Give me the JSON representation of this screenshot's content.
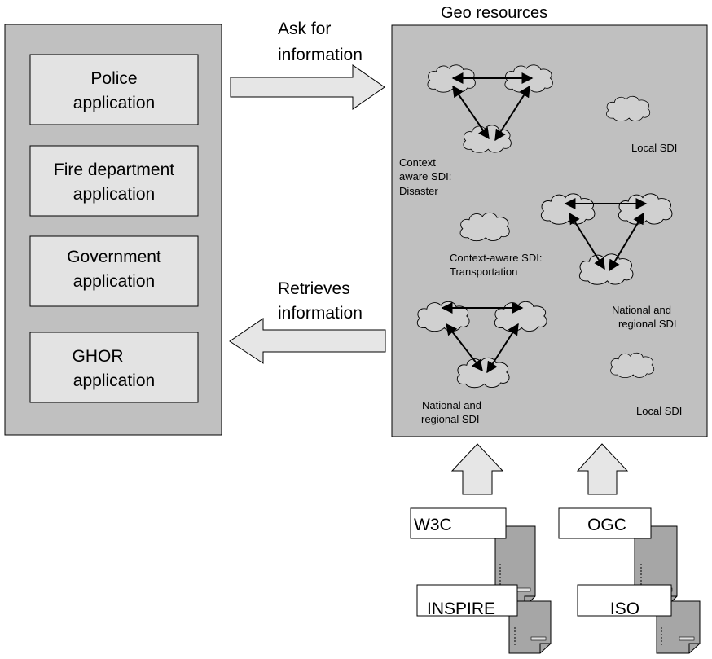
{
  "left_panel": {
    "apps": [
      {
        "line1": "Police",
        "line2": "application"
      },
      {
        "line1": "Fire department",
        "line2": "application"
      },
      {
        "line1": "Government",
        "line2": "application"
      },
      {
        "line1": "GHOR",
        "line2": "application"
      }
    ]
  },
  "arrows": {
    "ask": {
      "line1": "Ask for",
      "line2": "information"
    },
    "retrieve": {
      "line1": "Retrieves",
      "line2": "information"
    }
  },
  "geo": {
    "title": "Geo resources",
    "labels": {
      "context_disaster": [
        "Context",
        "aware SDI:",
        "Disaster"
      ],
      "local_sdi_top": "Local SDI",
      "context_transport": [
        "Context-aware SDI:",
        "Transportation"
      ],
      "national_right": [
        "National and",
        "regional SDI"
      ],
      "national_bottom": [
        "National and",
        "regional SDI"
      ],
      "local_sdi_bottom": "Local SDI"
    }
  },
  "standards": [
    "W3C",
    "OGC",
    "INSPIRE",
    "ISO"
  ],
  "colors": {
    "panel_fill": "#c0c0c0",
    "app_fill": "#e3e3e3",
    "arrow_fill": "#e6e6e6",
    "doc_fill": "#a6a6a6",
    "cloud_fill": "#d0d0d0"
  }
}
